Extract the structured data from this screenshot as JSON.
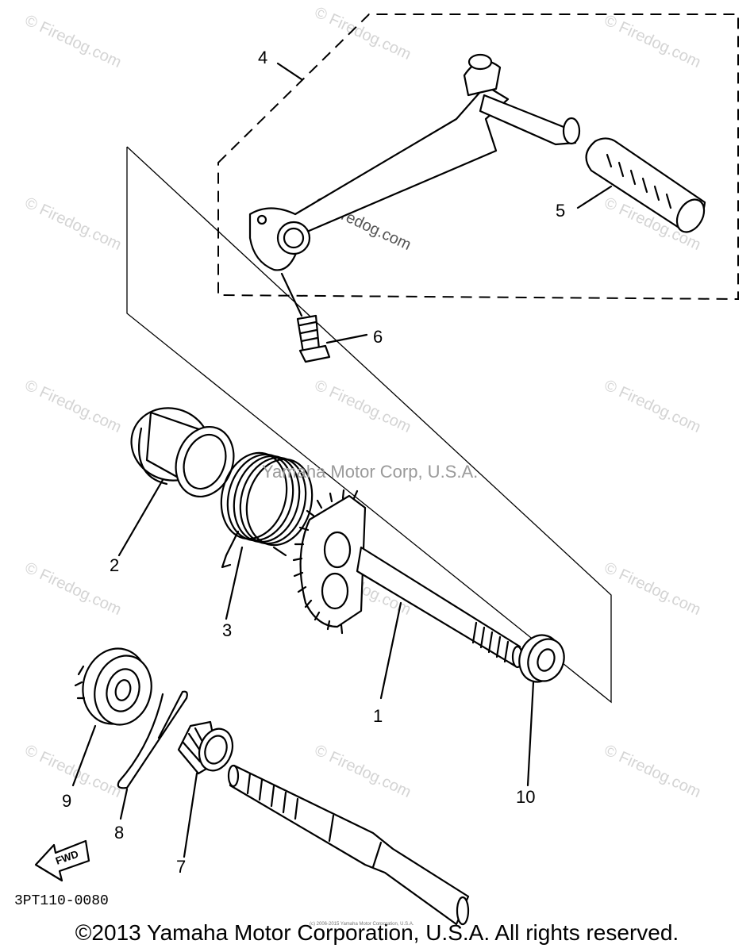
{
  "watermark": "© Firedog.com",
  "center_watermark": "Yamaha Motor Corp, U.S.A.",
  "diagram_code": "3PT110-0080",
  "fwd_label": "FWD",
  "small_notice": "(c) 2006-2015 Yamaha Motor Corporation, U.S.A.",
  "copyright": "©2013 Yamaha Motor Corporation, U.S.A. All rights reserved.",
  "callouts": {
    "c1": "1",
    "c2": "2",
    "c3": "3",
    "c4": "4",
    "c5": "5",
    "c6": "6",
    "c7": "7",
    "c8": "8",
    "c9": "9",
    "c10": "10"
  }
}
